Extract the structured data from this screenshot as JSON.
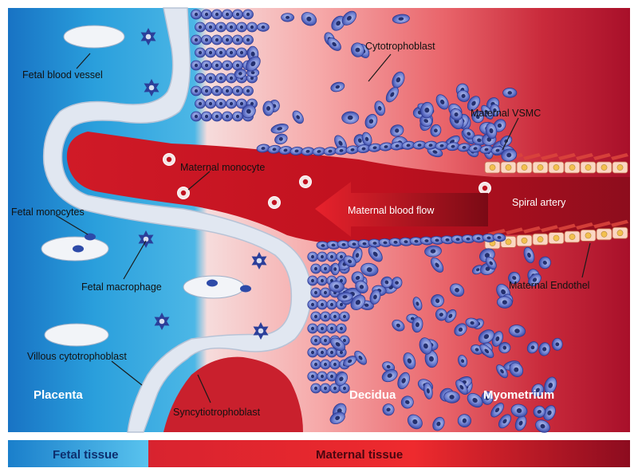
{
  "diagram": {
    "labels": {
      "cytotrophoblast": "Cytotrophoblast",
      "fetal_blood_vessel": "Fetal blood vessel",
      "maternal_vsmc": "Maternal VSMC",
      "maternal_monocyte": "Maternal monocyte",
      "spiral_artery": "Spiral artery",
      "fetal_monocytes": "Fetal monocytes",
      "maternal_blood_flow": "Maternal blood flow",
      "fetal_macrophage": "Fetal macrophage",
      "maternal_endothel": "Maternal Endothel",
      "villous_cytotrophoblast": "Villous cytotrophoblast",
      "placenta": "Placenta",
      "decidua": "Decidua",
      "myometrium": "Myometrium",
      "syncytiotrophoblast": "Syncytiotrophoblast"
    },
    "bottom_bar": {
      "fetal": "Fetal tissue",
      "maternal": "Maternal tissue"
    }
  },
  "colors": {
    "fetal_blue": "#1d8ad0",
    "fetal_blue_light": "#55bde8",
    "maternal_red": "#c4182b",
    "maternal_pink": "#f3a3a3",
    "blood_red": "#b8101f",
    "cell_blue": "#3a4fb0",
    "membrane": "#dce3ee",
    "vessel_white": "#f0f2f7",
    "macrophage": "#2b3f9a",
    "vsmc": "#e8734a",
    "endothel": "#fbd9c8"
  },
  "icons": [
    "fetal-macrophage-icon",
    "maternal-monocyte-icon",
    "fetal-monocyte-icon",
    "blood-flow-arrow-icon"
  ]
}
